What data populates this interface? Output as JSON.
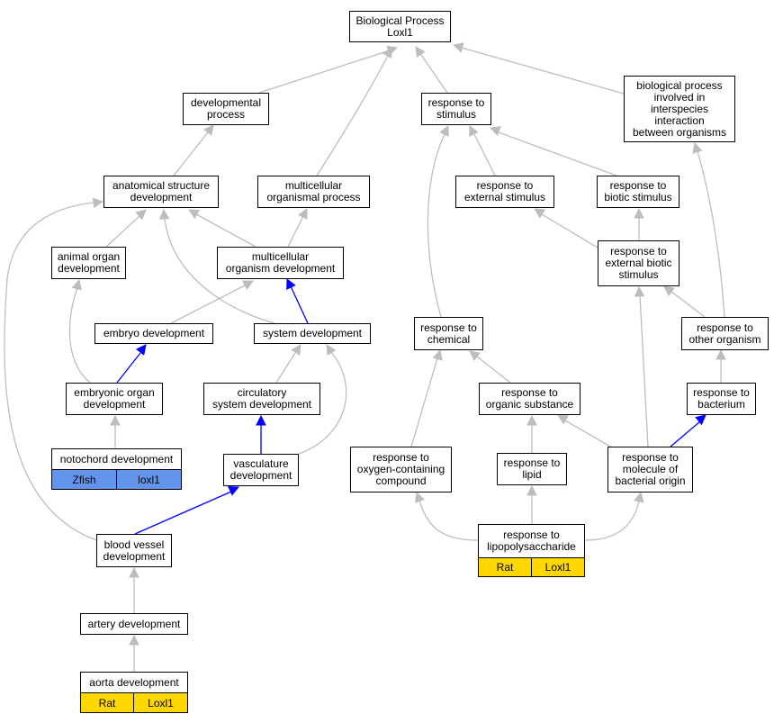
{
  "colors": {
    "edge": "#bdbdbd",
    "edge_highlight": "#0000ff",
    "rat": "#ffd700",
    "zfish": "#6495ed"
  },
  "nodes": {
    "bp": "Biological Process\nLoxl1",
    "dev_process": "developmental\nprocess",
    "resp_stim": "response to\nstimulus",
    "interspecies": "biological process\ninvolved in\ninterspecies\ninteraction\nbetween organisms",
    "anat": "anatomical structure\ndevelopment",
    "multi_proc": "multicellular\norganismal process",
    "resp_ext": "response to\nexternal stimulus",
    "resp_biotic": "response to\nbiotic stimulus",
    "animal_organ": "animal organ\ndevelopment",
    "multi_dev": "multicellular\norganism development",
    "resp_ext_biotic": "response to\nexternal biotic\nstimulus",
    "embryo": "embryo development",
    "system": "system development",
    "resp_chem": "response to\nchemical",
    "resp_other": "response to\nother organism",
    "embryonic_organ": "embryonic organ\ndevelopment",
    "circ": "circulatory\nsystem development",
    "resp_org": "response to\norganic substance",
    "resp_bact": "response to\nbacterium",
    "notochord": "notochord development",
    "vasc": "vasculature\ndevelopment",
    "resp_oxy": "response to\noxygen-containing\ncompound",
    "resp_lipid": "response to\nlipid",
    "resp_mol_bact": "response to\nmolecule of\nbacterial origin",
    "blood_vessel": "blood vessel\ndevelopment",
    "resp_lps": "response to\nlipopolysaccharide",
    "artery": "artery development",
    "aorta": "aorta development"
  },
  "annotations": {
    "notochord": [
      "Zfish",
      "loxl1"
    ],
    "resp_lps": [
      "Rat",
      "Loxl1"
    ],
    "aorta": [
      "Rat",
      "Loxl1"
    ]
  }
}
